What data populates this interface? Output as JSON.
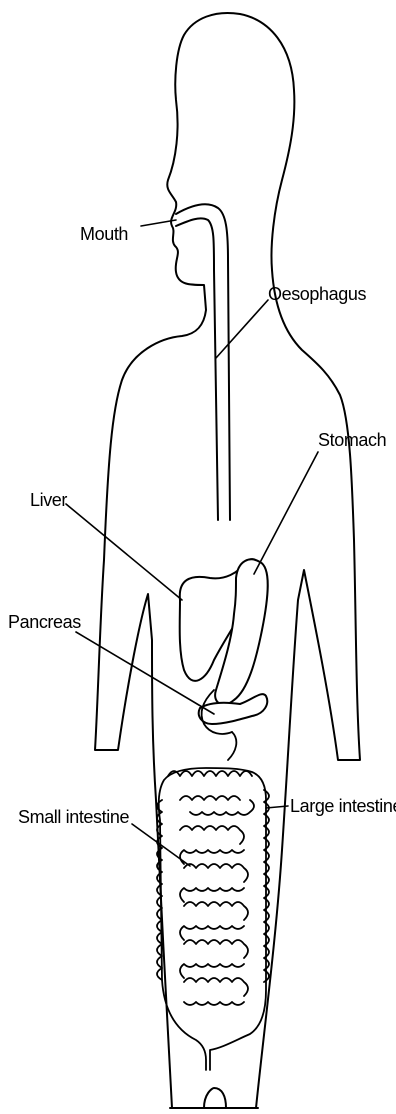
{
  "diagram": {
    "labels": {
      "mouth": "Mouth",
      "oesophagus": "Oesophagus",
      "stomach": "Stomach",
      "liver": "Liver",
      "pancreas": "Pancreas",
      "small_intestine": "Small intestine",
      "large_intestine": "Large intestine"
    }
  }
}
